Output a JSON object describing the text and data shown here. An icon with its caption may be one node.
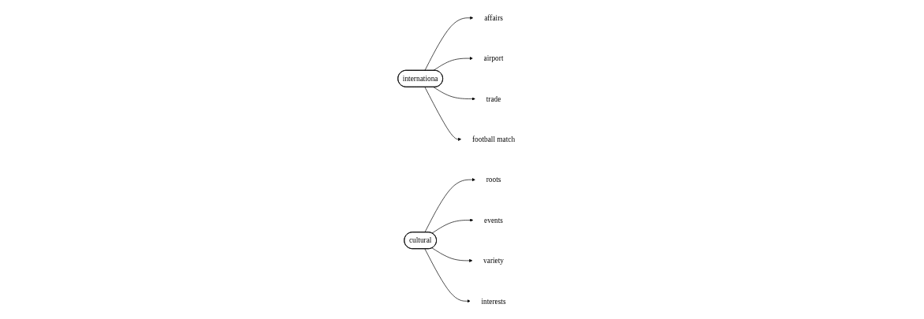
{
  "diagram": {
    "nodes": [
      {
        "text": [
          "internationa"
        ]
      },
      {
        "text": [
          "affairs"
        ]
      },
      {
        "text": [
          "airport"
        ]
      },
      {
        "text": [
          "trade"
        ]
      },
      {
        "text": [
          "football match"
        ]
      },
      {
        "text": [
          "cultural"
        ]
      },
      {
        "text": [
          "roots"
        ]
      },
      {
        "text": [
          "events"
        ]
      },
      {
        "text": [
          "variety"
        ]
      },
      {
        "text": [
          "interests"
        ]
      }
    ],
    "edges": [
      {
        "from": 0,
        "to": 1,
        "arrow": "to"
      },
      {
        "from": 0,
        "to": 2,
        "arrow": "to"
      },
      {
        "from": 0,
        "to": 3,
        "arrow": "to"
      },
      {
        "from": 0,
        "to": 4,
        "arrow": "to"
      },
      {
        "from": 5,
        "to": 6,
        "arrow": "to"
      },
      {
        "from": 5,
        "to": 7,
        "arrow": "to"
      },
      {
        "from": 5,
        "to": 8,
        "arrow": "to"
      },
      {
        "from": 5,
        "to": 9,
        "arrow": "to"
      }
    ]
  }
}
